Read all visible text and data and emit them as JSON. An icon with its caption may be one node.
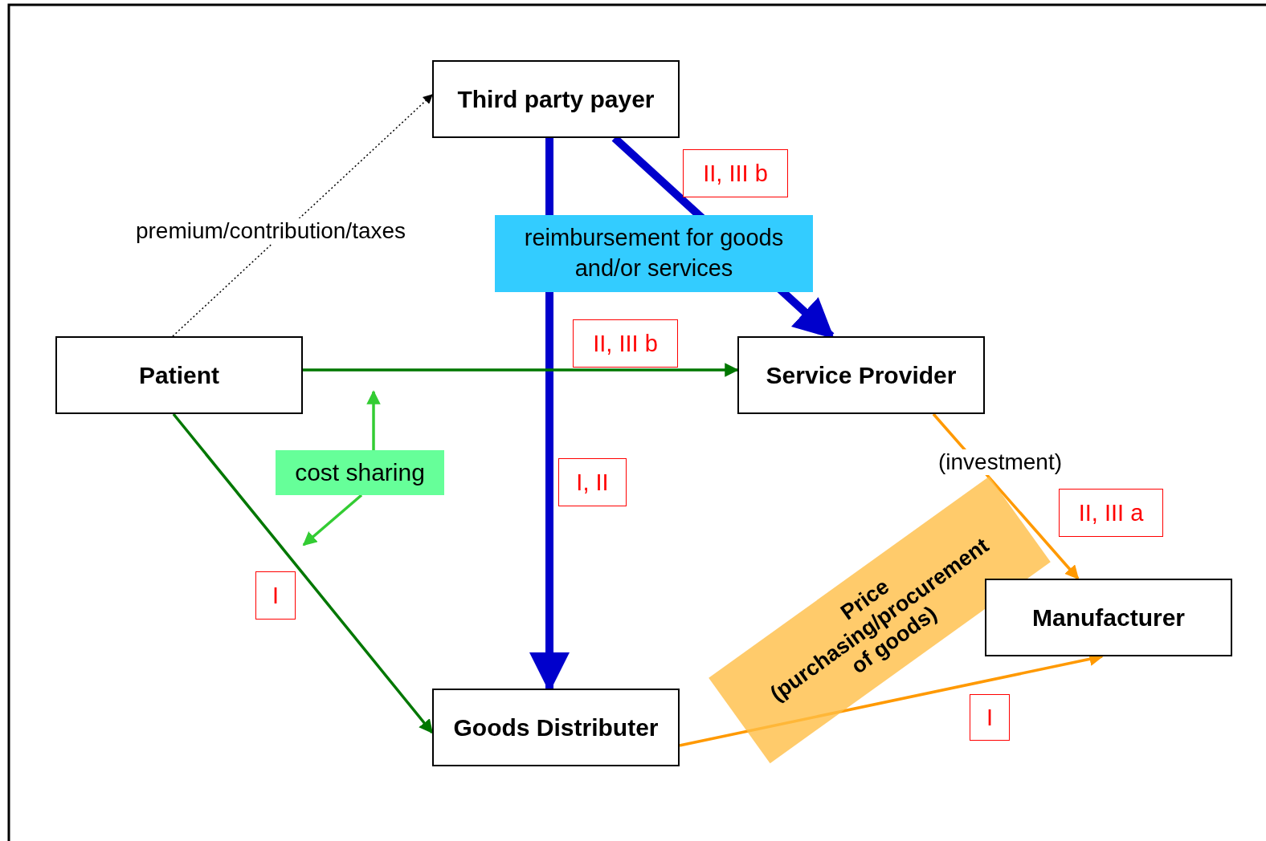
{
  "diagram": {
    "nodes": [
      {
        "text": [
          "Third party payer"
        ]
      },
      {
        "text": [
          "Patient"
        ]
      },
      {
        "text": [
          "Service Provider"
        ]
      },
      {
        "text": [
          "Manufacturer"
        ]
      },
      {
        "text": [
          "Goods Distributer"
        ]
      },
      {
        "text": [
          "cost sharing"
        ]
      }
    ],
    "edges": [
      {
        "from": 1,
        "to": 0,
        "arrow": "to",
        "style": "dashed",
        "color": "#000000",
        "label": "premium/contribution/taxes"
      },
      {
        "from": 0,
        "to": 4,
        "arrow": "to",
        "style": "thick",
        "color": "#0000cc"
      },
      {
        "from": 0,
        "to": 2,
        "arrow": "to",
        "style": "thick",
        "color": "#0000cc"
      },
      {
        "from": 1,
        "to": 2,
        "arrow": "to",
        "color": "#007700"
      },
      {
        "from": 1,
        "to": 4,
        "arrow": "to",
        "color": "#007700"
      },
      {
        "from": 5,
        "to": null,
        "arrow": "to",
        "color": "#33cc33"
      },
      {
        "from": 5,
        "to": null,
        "arrow": "to",
        "color": "#33cc33"
      },
      {
        "from": 2,
        "to": 3,
        "arrow": "to",
        "color": "#ff9900",
        "label": "(investment)"
      },
      {
        "from": 4,
        "to": 3,
        "arrow": "to",
        "color": "#ff9900"
      }
    ],
    "labels": [
      "II, III b",
      "reimbursement for goods and/or services",
      "II, III b",
      "I, II",
      "II, III a",
      "I",
      "Price (purchasing/procurement of goods)",
      "I"
    ]
  }
}
